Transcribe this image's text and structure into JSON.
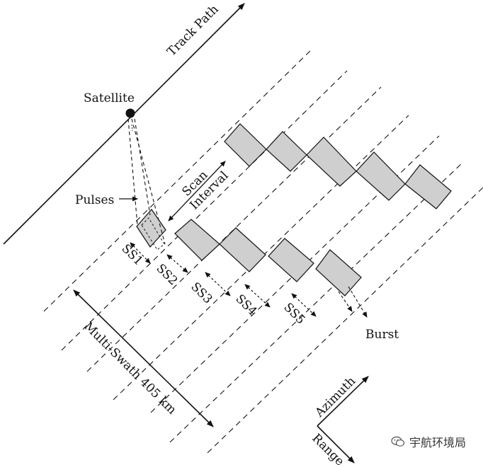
{
  "labels": {
    "track_path": "Track Path",
    "satellite": "Satellite",
    "pulses": "Pulses",
    "scan_interval_1": "Scan",
    "scan_interval_2": "Interval",
    "ss1": "SS1",
    "ss2": "SS2",
    "ss3": "SS3",
    "ss4": "SS4",
    "ss5": "SS5",
    "burst": "Burst",
    "multi_swath": "Multi-Swath 405 km",
    "azimuth": "Azimuth",
    "range": "Range"
  },
  "watermark": {
    "text": "宇航环境局",
    "icon": "wechat-icon"
  },
  "colors": {
    "stroke": "#111111",
    "burst_fill": "#cfcfcf",
    "background": "#ffffff"
  }
}
